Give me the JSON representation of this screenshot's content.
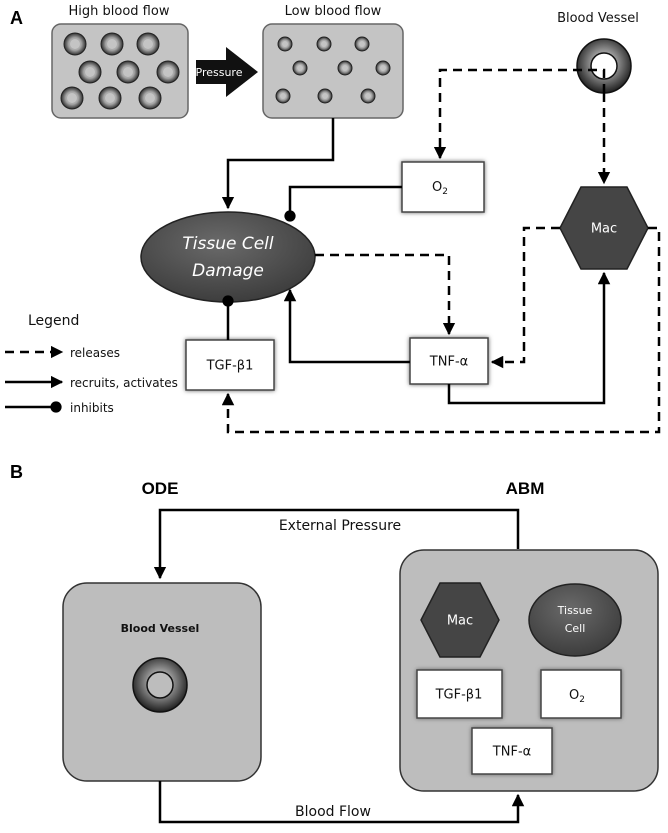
{
  "panel_a": {
    "label": "A",
    "high_flow": "High blood flow",
    "low_flow": "Low blood flow",
    "pressure": "Pressure",
    "blood_vessel": "Blood Vessel",
    "o2_main": "O",
    "o2_sub": "2",
    "tissue_line1": "Tissue Cell",
    "tissue_line2": "Damage",
    "mac": "Mac",
    "tnf": "TNF-α",
    "tgf": "TGF-β1",
    "legend": {
      "title": "Legend",
      "items": [
        "releases",
        "recruits, activates",
        "inhibits"
      ]
    }
  },
  "panel_b": {
    "label": "B",
    "ode": "ODE",
    "abm": "ABM",
    "external_pressure": "External Pressure",
    "blood_flow": "Blood Flow",
    "blood_vessel": "Blood Vessel",
    "mac": "Mac",
    "tissue_line1": "Tissue",
    "tissue_line2": "Cell",
    "tgf": "TGF-β1",
    "o2_main": "O",
    "o2_sub": "2",
    "tnf": "TNF-α"
  },
  "colors": {
    "panel_fill": "#bdbdbd",
    "dark_shape": "#454545",
    "box_fill": "#ffffff",
    "line": "#000000"
  }
}
